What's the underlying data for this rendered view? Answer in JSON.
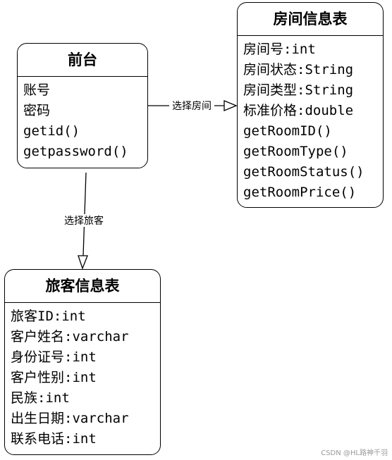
{
  "front_desk": {
    "title": "前台",
    "lines": [
      "账号",
      "密码",
      "getid()",
      "getpassword()"
    ]
  },
  "room_table": {
    "title": "房间信息表",
    "lines": [
      "房间号:int",
      "房间状态:String",
      "房间类型:String",
      "标准价格:double",
      "getRoomID()",
      "getRoomType()",
      "getRoomStatus()",
      "getRoomPrice()"
    ]
  },
  "guest_table": {
    "title": "旅客信息表",
    "lines": [
      "旅客ID:int",
      "客户姓名:varchar",
      "身份证号:int",
      "客户性别:int",
      "民族:int",
      "出生日期:varchar",
      "联系电话:int"
    ]
  },
  "edges": {
    "select_room": "选择房间",
    "select_guest": "选择旅客"
  },
  "watermark": "CSDN @HL路神千羽"
}
